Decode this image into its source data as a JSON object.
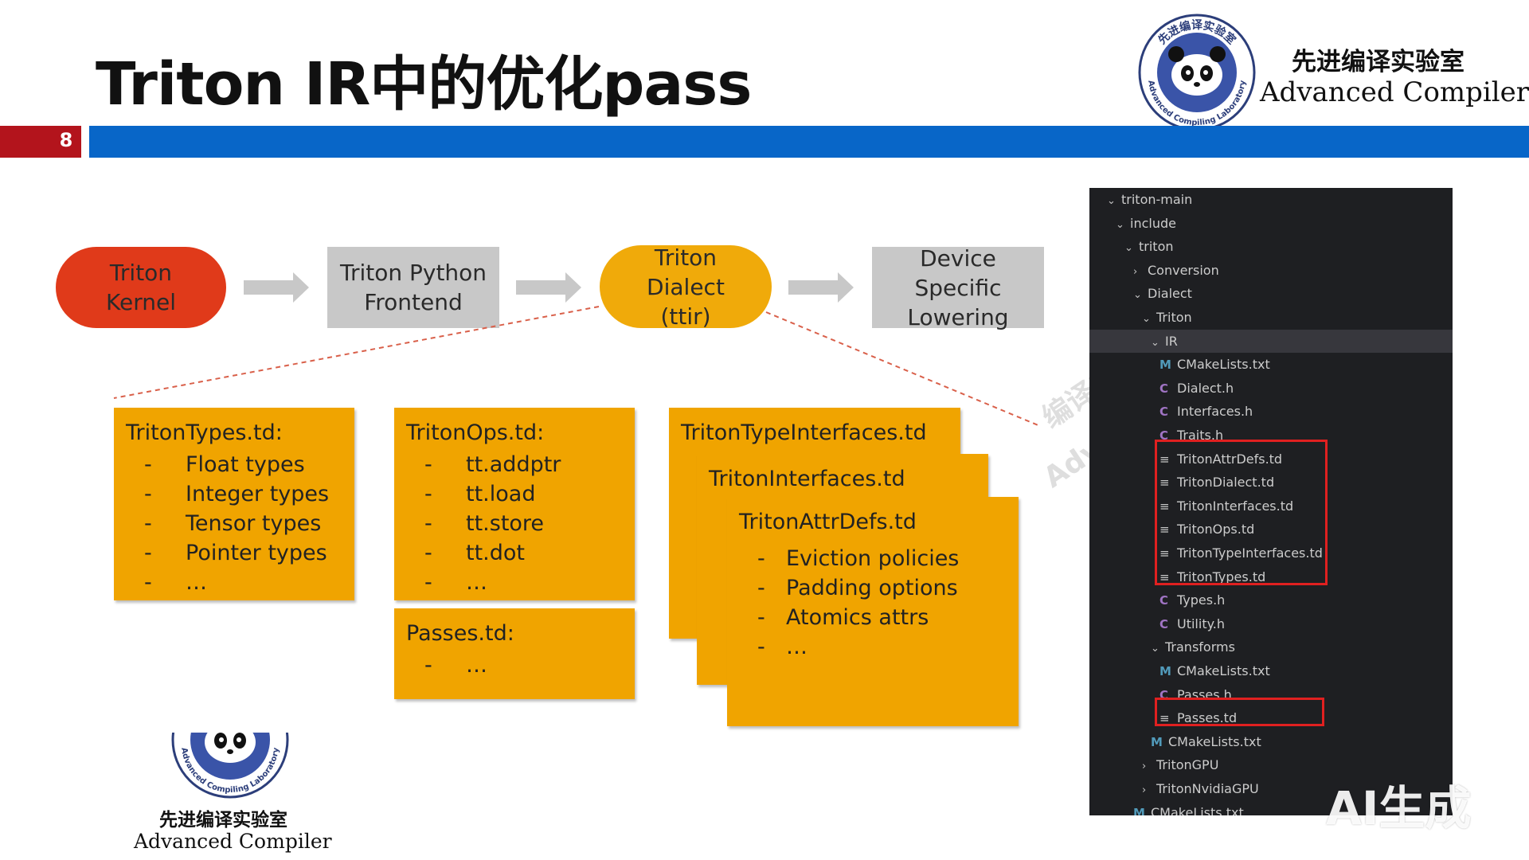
{
  "slide": {
    "title": "Triton IR中的优化pass",
    "page_number": "8",
    "colors": {
      "title_bar_red": "#b3141c",
      "title_bar_blue": "#0866c8",
      "box_orange": "#f0a400",
      "kernel_red": "#e03a1a",
      "grey": "#c8c8c8"
    }
  },
  "logo": {
    "cn": "先进编译实验室",
    "en": "Advanced Compiler",
    "ring_top": "先进编译实验室",
    "ring_bottom": "Advanced Compiling Laboratory",
    "icon": "panda-logo-icon"
  },
  "flow": {
    "nodes": [
      {
        "label": "Triton\nKernel"
      },
      {
        "label": "Triton Python\nFrontend"
      },
      {
        "label": "Triton\nDialect\n(ttir)"
      },
      {
        "label": "Device\nSpecific\nLowering"
      }
    ],
    "arrow_icon": "right-arrow-icon"
  },
  "boxes": {
    "types": {
      "title": "TritonTypes.td:",
      "items": [
        "Float types",
        "Integer types",
        "Tensor types",
        "Pointer types",
        "…"
      ]
    },
    "ops": {
      "title": "TritonOps.td:",
      "items": [
        "tt.addptr",
        "tt.load",
        "tt.store",
        "tt.dot",
        "…"
      ]
    },
    "passes": {
      "title": "Passes.td:",
      "items": [
        "…"
      ]
    },
    "type_interfaces": {
      "title": "TritonTypeInterfaces.td"
    },
    "interfaces": {
      "title": "TritonInterfaces.td"
    },
    "attr_defs": {
      "title": "TritonAttrDefs.td",
      "items": [
        "Eviction policies",
        "Padding options",
        "Atomics attrs",
        "…"
      ]
    }
  },
  "file_tree": {
    "rows": [
      {
        "label": "triton-main",
        "type": "folder-open"
      },
      {
        "label": "include",
        "type": "folder-open"
      },
      {
        "label": "triton",
        "type": "folder-open"
      },
      {
        "label": "Conversion",
        "type": "folder-closed"
      },
      {
        "label": "Dialect",
        "type": "folder-open"
      },
      {
        "label": "Triton",
        "type": "folder-open"
      },
      {
        "label": "IR",
        "type": "folder-open",
        "selected": true
      },
      {
        "label": "CMakeLists.txt",
        "type": "cmake"
      },
      {
        "label": "Dialect.h",
        "type": "c"
      },
      {
        "label": "Interfaces.h",
        "type": "c"
      },
      {
        "label": "Traits.h",
        "type": "c"
      },
      {
        "label": "TritonAttrDefs.td",
        "type": "td"
      },
      {
        "label": "TritonDialect.td",
        "type": "td"
      },
      {
        "label": "TritonInterfaces.td",
        "type": "td"
      },
      {
        "label": "TritonOps.td",
        "type": "td"
      },
      {
        "label": "TritonTypeInterfaces.td",
        "type": "td"
      },
      {
        "label": "TritonTypes.td",
        "type": "td"
      },
      {
        "label": "Types.h",
        "type": "c"
      },
      {
        "label": "Utility.h",
        "type": "c"
      },
      {
        "label": "Transforms",
        "type": "folder-open"
      },
      {
        "label": "CMakeLists.txt",
        "type": "cmake"
      },
      {
        "label": "Passes.h",
        "type": "c"
      },
      {
        "label": "Passes.td",
        "type": "td"
      },
      {
        "label": "CMakeLists.txt",
        "type": "cmake"
      },
      {
        "label": "TritonGPU",
        "type": "folder-closed"
      },
      {
        "label": "TritonNvidiaGPU",
        "type": "folder-closed"
      },
      {
        "label": "CMakeLists.txt",
        "type": "cmake"
      }
    ],
    "icons": {
      "cmake": "M",
      "c": "C",
      "td": "≡",
      "folder-open": "⌄",
      "folder-closed": "›"
    }
  },
  "watermark": {
    "line1": "编译实",
    "line2": "Advanced"
  },
  "badge": {
    "ai_label": "AI生成"
  }
}
